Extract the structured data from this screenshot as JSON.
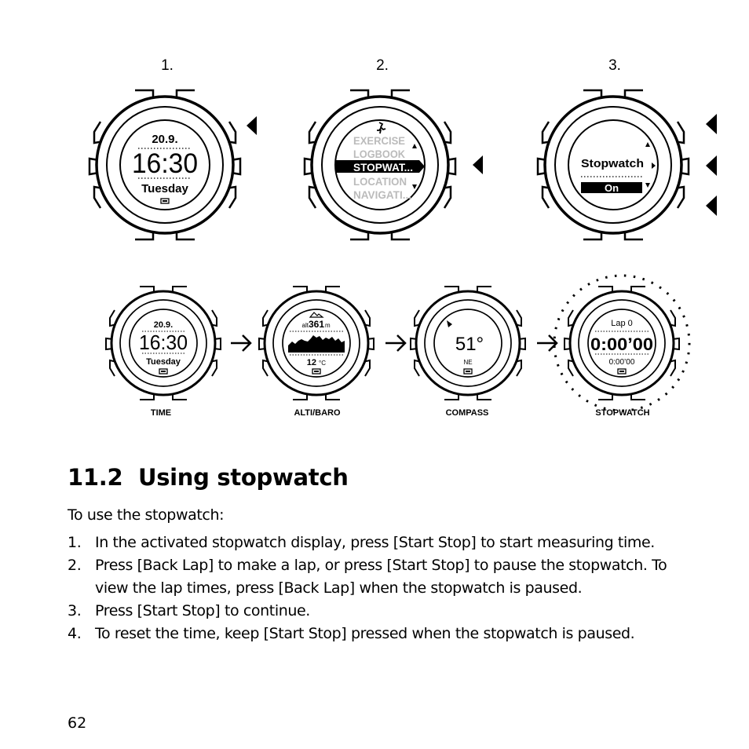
{
  "figure": {
    "step_labels": [
      "1.",
      "2.",
      "3."
    ],
    "watch1": {
      "date": "20.9.",
      "time": "16:30",
      "day": "Tuesday"
    },
    "watch2": {
      "menu_items": [
        "EXERCISE",
        "LOGBOOK",
        "STOPWAT...",
        "LOCATION",
        "NAVIGATI..."
      ],
      "selected_index": 2
    },
    "watch3": {
      "title": "Stopwatch",
      "value": "On"
    },
    "displays": [
      {
        "caption": "TIME",
        "date": "20.9.",
        "time": "16:30",
        "day": "Tuesday"
      },
      {
        "caption": "ALTI/BARO",
        "alt_label": "alt",
        "altitude": "361",
        "alt_unit": "m",
        "temperature": "12",
        "temp_unit": "°C"
      },
      {
        "caption": "COMPASS",
        "heading": "51°",
        "direction": "NE"
      },
      {
        "caption": "STOPWATCH",
        "lap": "Lap 0",
        "time": "0:00’00",
        "total": "0:00’00"
      }
    ]
  },
  "section": {
    "number": "11.2",
    "title": "Using stopwatch",
    "intro": "To use the stopwatch:",
    "steps": [
      {
        "num": "1.",
        "text": "In the activated stopwatch display, press [Start Stop] to start measuring time."
      },
      {
        "num": "2.",
        "text": "Press [Back Lap] to make a lap, or press [Start Stop] to pause the stopwatch. To view the lap times, press [Back Lap] when the stopwatch is paused."
      },
      {
        "num": "3.",
        "text": "Press [Start Stop] to continue."
      },
      {
        "num": "4.",
        "text": "To reset the time, keep [Start Stop] pressed when the stopwatch is paused."
      }
    ]
  },
  "page_number": "62"
}
